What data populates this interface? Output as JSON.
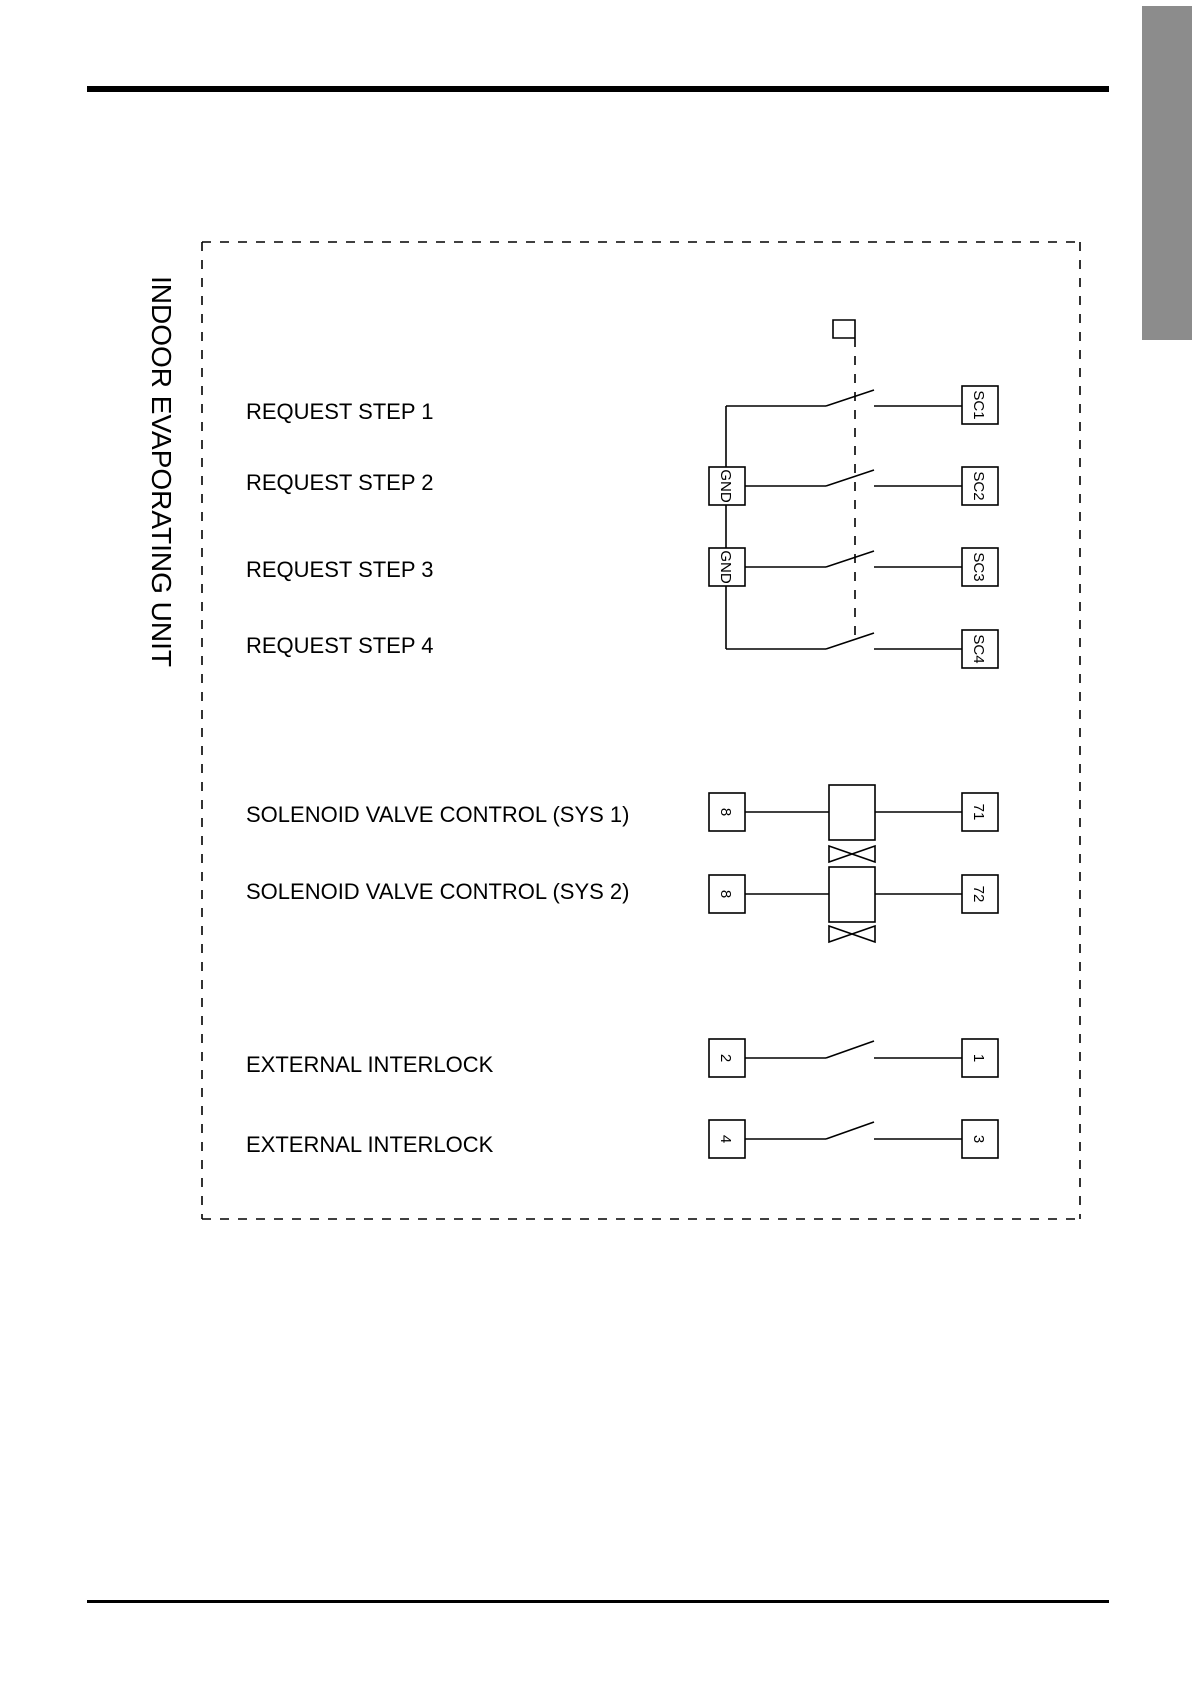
{
  "unit_label": "INDOOR EVAPORATING UNIT",
  "signals": {
    "step1": "REQUEST STEP 1",
    "step2": "REQUEST STEP 2",
    "step3": "REQUEST STEP 3",
    "step4": "REQUEST STEP 4",
    "sv1": "SOLENOID VALVE CONTROL (SYS 1)",
    "sv2": "SOLENOID VALVE CONTROL (SYS 2)",
    "ext1": "EXTERNAL INTERLOCK",
    "ext2": "EXTERNAL INTERLOCK"
  },
  "terminals": {
    "gnd_a": "GND",
    "gnd_b": "GND",
    "sc1": "SC1",
    "sc2": "SC2",
    "sc3": "SC3",
    "sc4": "SC4",
    "sv1_left": "8",
    "sv2_left": "8",
    "sv1_right": "71",
    "sv2_right": "72",
    "ext1_left": "2",
    "ext1_right": "1",
    "ext2_left": "4",
    "ext2_right": "3"
  }
}
